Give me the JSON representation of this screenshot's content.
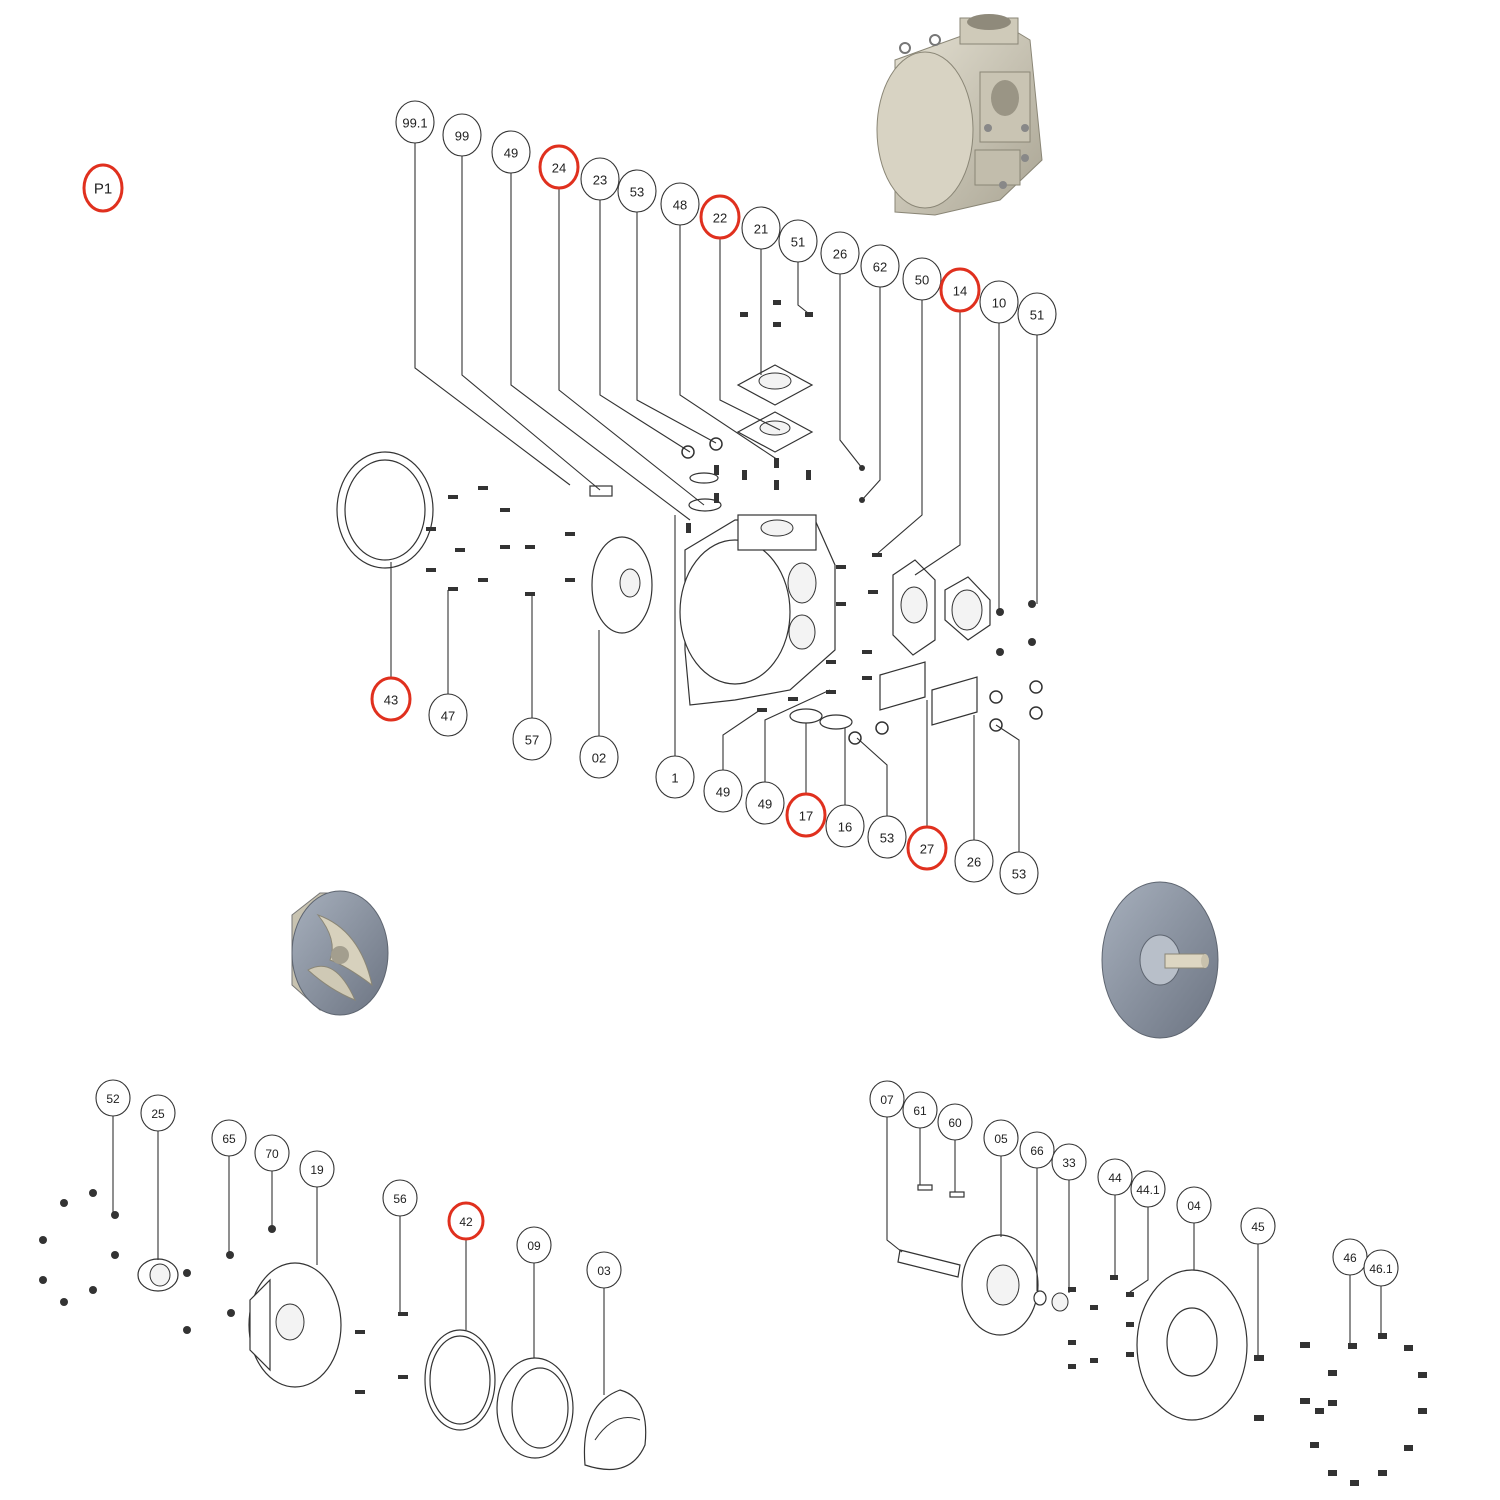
{
  "page_label": "P1",
  "colors": {
    "highlight": "#e0301e",
    "normal": "#333333",
    "render_metal": "#b8b4a4",
    "render_steel": "#8c95a3"
  },
  "groups": [
    {
      "name": "casing-assembly",
      "callouts": [
        {
          "label": "99.1",
          "highlighted": false
        },
        {
          "label": "99",
          "highlighted": false
        },
        {
          "label": "49",
          "highlighted": false
        },
        {
          "label": "24",
          "highlighted": true
        },
        {
          "label": "23",
          "highlighted": false
        },
        {
          "label": "53",
          "highlighted": false
        },
        {
          "label": "48",
          "highlighted": false
        },
        {
          "label": "22",
          "highlighted": true
        },
        {
          "label": "21",
          "highlighted": false
        },
        {
          "label": "51",
          "highlighted": false
        },
        {
          "label": "26",
          "highlighted": false
        },
        {
          "label": "62",
          "highlighted": false
        },
        {
          "label": "50",
          "highlighted": false
        },
        {
          "label": "14",
          "highlighted": true
        },
        {
          "label": "10",
          "highlighted": false
        },
        {
          "label": "51",
          "highlighted": false
        },
        {
          "label": "43",
          "highlighted": true
        },
        {
          "label": "47",
          "highlighted": false
        },
        {
          "label": "57",
          "highlighted": false
        },
        {
          "label": "02",
          "highlighted": false
        },
        {
          "label": "1",
          "highlighted": false
        },
        {
          "label": "49",
          "highlighted": false
        },
        {
          "label": "49",
          "highlighted": false
        },
        {
          "label": "17",
          "highlighted": true
        },
        {
          "label": "16",
          "highlighted": false
        },
        {
          "label": "53",
          "highlighted": false
        },
        {
          "label": "27",
          "highlighted": true
        },
        {
          "label": "26",
          "highlighted": false
        },
        {
          "label": "53",
          "highlighted": false
        }
      ]
    },
    {
      "name": "impeller-assembly",
      "callouts": [
        {
          "label": "52",
          "highlighted": false
        },
        {
          "label": "25",
          "highlighted": false
        },
        {
          "label": "65",
          "highlighted": false
        },
        {
          "label": "70",
          "highlighted": false
        },
        {
          "label": "19",
          "highlighted": false
        },
        {
          "label": "56",
          "highlighted": false
        },
        {
          "label": "42",
          "highlighted": true
        },
        {
          "label": "09",
          "highlighted": false
        },
        {
          "label": "03",
          "highlighted": false
        }
      ]
    },
    {
      "name": "shaft-assembly",
      "callouts": [
        {
          "label": "07",
          "highlighted": false
        },
        {
          "label": "61",
          "highlighted": false
        },
        {
          "label": "60",
          "highlighted": false
        },
        {
          "label": "05",
          "highlighted": false
        },
        {
          "label": "66",
          "highlighted": false
        },
        {
          "label": "33",
          "highlighted": false
        },
        {
          "label": "44",
          "highlighted": false
        },
        {
          "label": "44.1",
          "highlighted": false
        },
        {
          "label": "04",
          "highlighted": false
        },
        {
          "label": "45",
          "highlighted": false
        },
        {
          "label": "46",
          "highlighted": false
        },
        {
          "label": "46.1",
          "highlighted": false
        }
      ]
    }
  ]
}
